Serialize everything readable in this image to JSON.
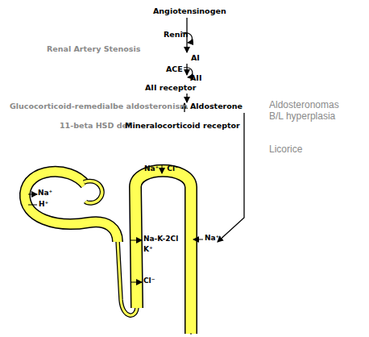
{
  "diagram": {
    "labels": [
      "Angiotensinogen",
      "Renin",
      "Renal Artery Stenosis",
      "AI",
      "ACE",
      "AII",
      "AII receptor",
      "Glucocorticoid-remedialbe aldosteronism",
      "Aldosterone",
      "Aldosteronomas B/L hyperplasia",
      "11-beta HSD def",
      "Mineralocorticoid receptor",
      "Licorice",
      "Na⁺",
      "H⁺",
      "Na⁺ - Cl⁻",
      "Na-K-2Cl",
      "K⁺",
      "Cl⁻",
      "Na⁺"
    ]
  }
}
